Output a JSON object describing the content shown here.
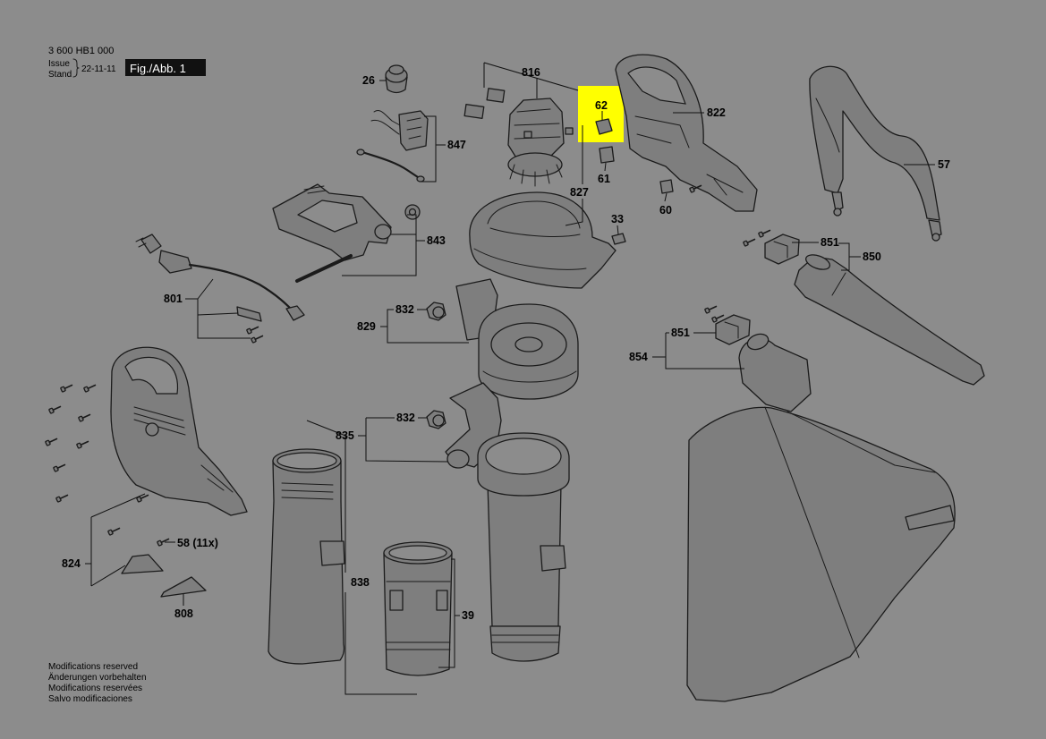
{
  "header": {
    "doc_number": "3 600 HB1 000",
    "issue": "Issue",
    "stand": "Stand",
    "date": "22-11-11",
    "figure": "Fig./Abb. 1"
  },
  "parts": {
    "p26": "26",
    "p816": "816",
    "p62": "62",
    "p822": "822",
    "p57": "57",
    "p847": "847",
    "p61": "61",
    "p827": "827",
    "p60": "60",
    "p33": "33",
    "p843": "843",
    "p851_upper": "851",
    "p850": "850",
    "p801": "801",
    "p832_upper": "832",
    "p829": "829",
    "p851_lower": "851",
    "p854": "854",
    "p832_lower": "832",
    "p835": "835",
    "p58": "58 (11x)",
    "p824": "824",
    "p838": "838",
    "p808": "808",
    "p39": "39"
  },
  "footer": {
    "line1": "Modifications reserved",
    "line2": "Änderungen vorbehalten",
    "line3": "Modifications reservées",
    "line4": "Salvo modificaciones"
  },
  "colors": {
    "background": "#8c8c8c",
    "part_fill": "#7e7e7e",
    "line": "#1b1b1b",
    "highlight": "#ffff00",
    "figure_box": "#111111"
  }
}
